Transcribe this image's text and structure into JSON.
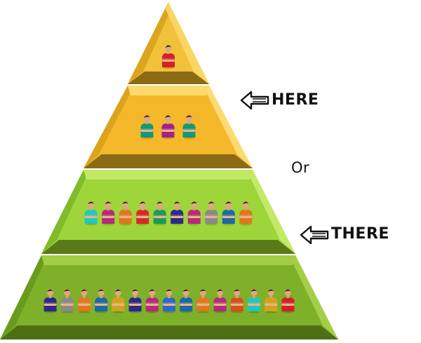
{
  "labels": {
    "here": "HERE",
    "or": "Or",
    "there": "THERE"
  },
  "icons": {
    "here_arrow": "arrow-left-icon",
    "there_arrow": "arrow-left-icon"
  },
  "tiers": [
    {
      "name": "top",
      "colors": {
        "face": "#f2c13a",
        "left": "#d9a21c",
        "right": "#fbd86a",
        "ledge": "#8a6a14"
      },
      "people": [
        "#d61f26"
      ]
    },
    {
      "name": "upper",
      "colors": {
        "face": "#f5b82a",
        "left": "#d9a21c",
        "right": "#fde07a",
        "ledge": "#8a6a14"
      },
      "people": [
        "#10997a",
        "#a5208a",
        "#10997a"
      ]
    },
    {
      "name": "middle",
      "colors": {
        "face": "#9ed53a",
        "left": "#7cb82a",
        "right": "#c6ec6a",
        "ledge": "#5a7a1a"
      },
      "people": [
        "#22c7c0",
        "#b52b7b",
        "#e0771c",
        "#d62a2a",
        "#1a9a5a",
        "#2a2a8a",
        "#b52b7b",
        "#8a8a8a",
        "#1a6aa8",
        "#e0771c"
      ]
    },
    {
      "name": "bottom",
      "colors": {
        "face": "#7fb02a",
        "left": "#679a1c",
        "right": "#a8d24a",
        "ledge": "#4f6f14"
      },
      "people": [
        "#2a2a8a",
        "#8a8a8a",
        "#e0771c",
        "#1a6aa8",
        "#d4a21c",
        "#2a2a8a",
        "#b52b7b",
        "#2a6ad0",
        "#1a6aa8",
        "#e0771c",
        "#b52b7b",
        "#d6501c",
        "#22c7c0",
        "#d4a21c",
        "#d61f26"
      ]
    }
  ]
}
